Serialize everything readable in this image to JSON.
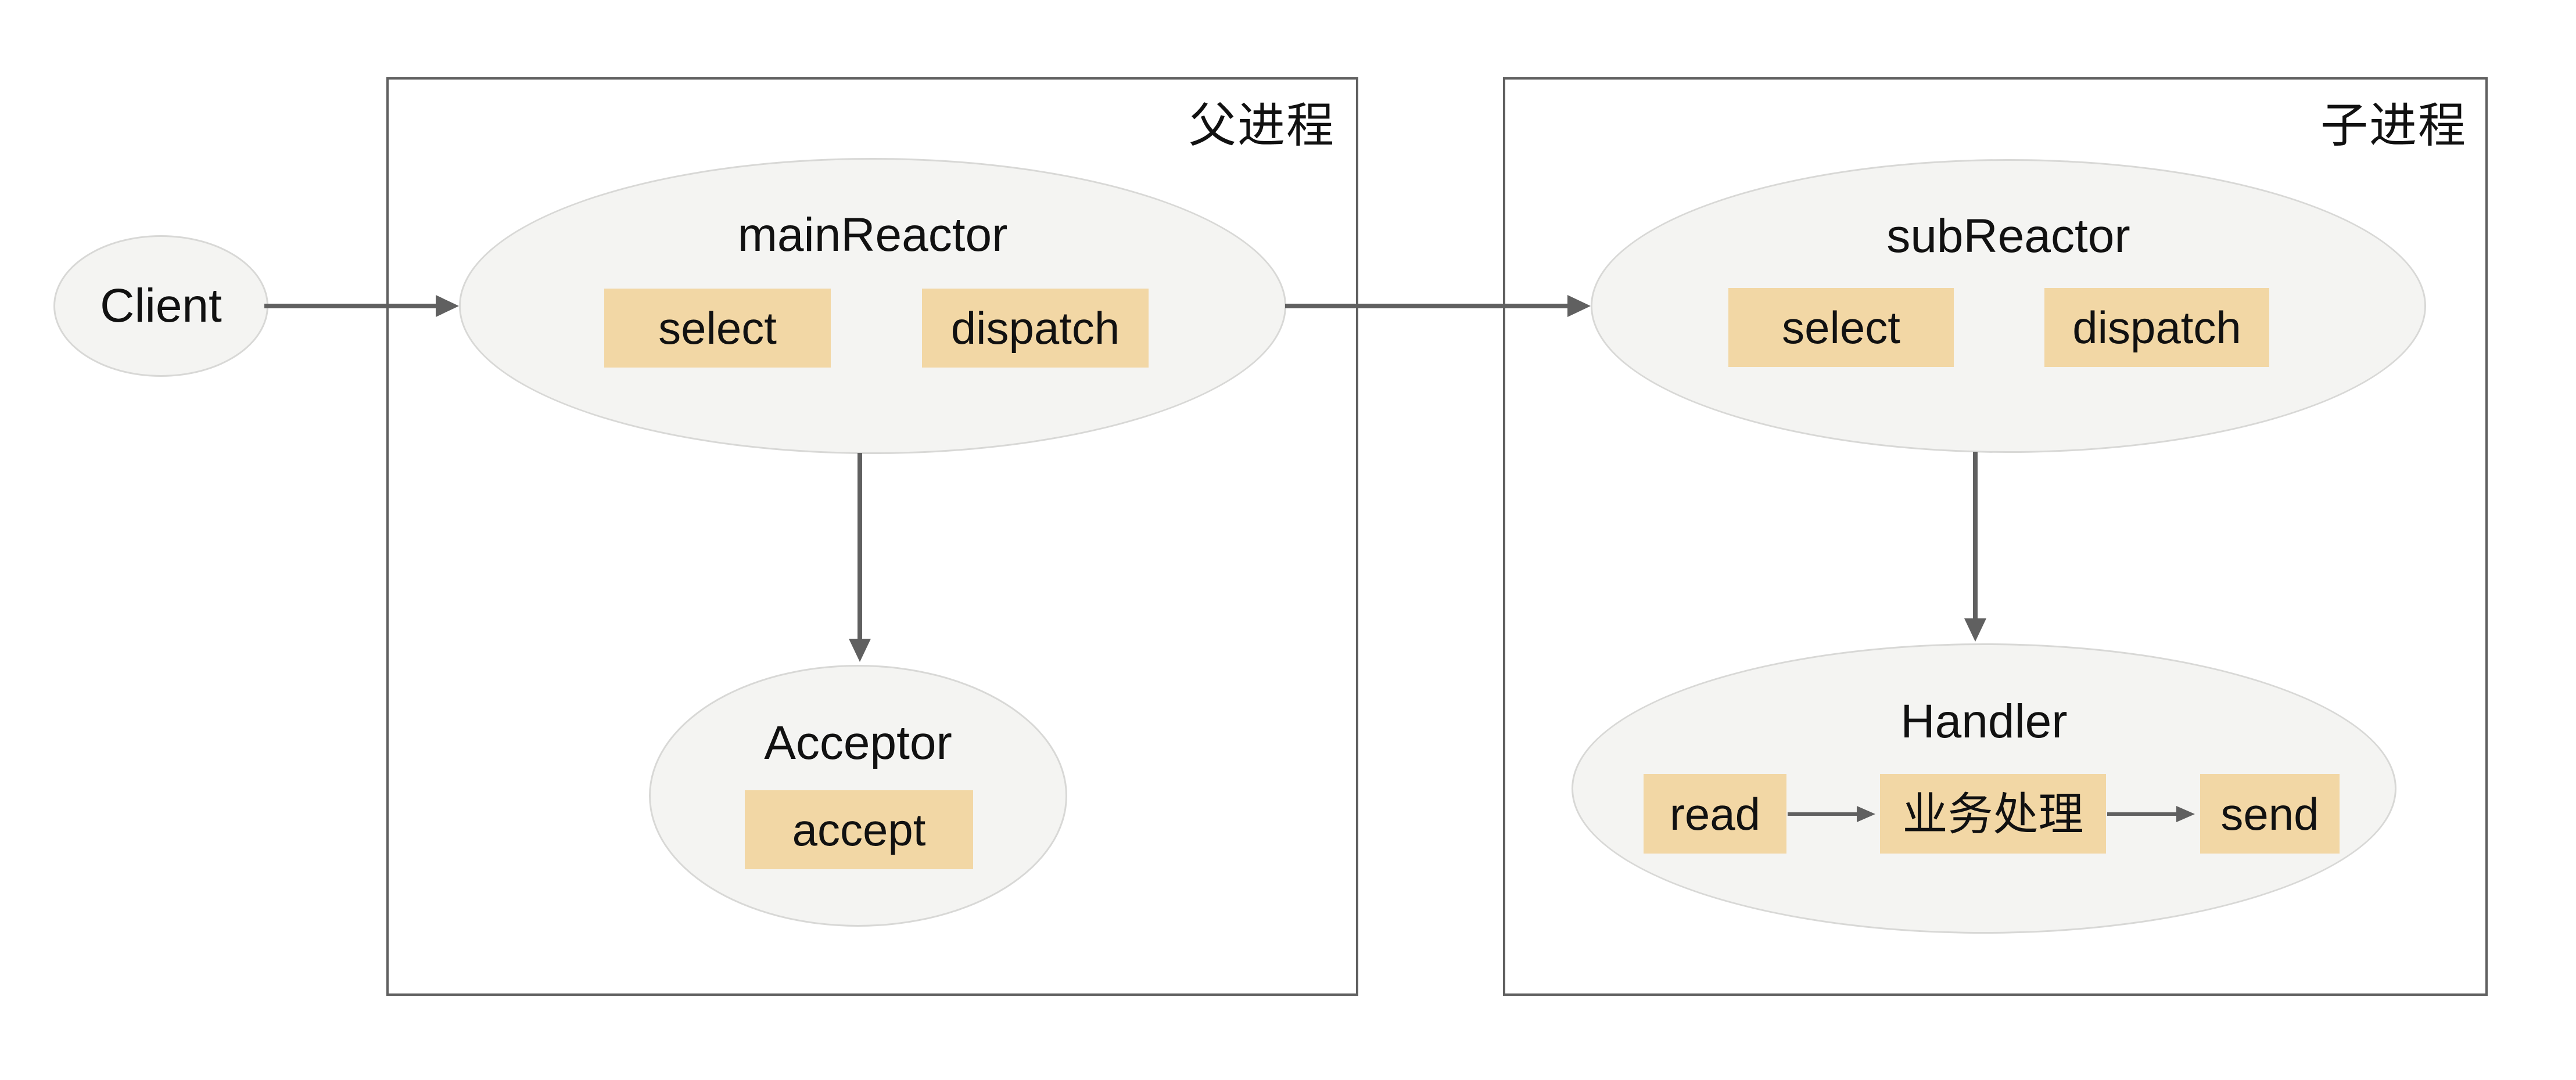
{
  "client": {
    "label": "Client"
  },
  "parent_process": {
    "label": "父进程",
    "main_reactor": {
      "label": "mainReactor",
      "select_label": "select",
      "dispatch_label": "dispatch"
    },
    "acceptor": {
      "label": "Acceptor",
      "accept_label": "accept"
    }
  },
  "child_process": {
    "label": "子进程",
    "sub_reactor": {
      "label": "subReactor",
      "select_label": "select",
      "dispatch_label": "dispatch"
    },
    "handler": {
      "label": "Handler",
      "steps": [
        "read",
        "业务处理",
        "send"
      ]
    }
  },
  "colors": {
    "canvas_bg": "#ffffff",
    "node_fill": "#f4f4f2",
    "node_stroke": "#d8d8d6",
    "op_fill": "#f2d7a5",
    "line_color": "#606060",
    "text_color": "#111111"
  }
}
